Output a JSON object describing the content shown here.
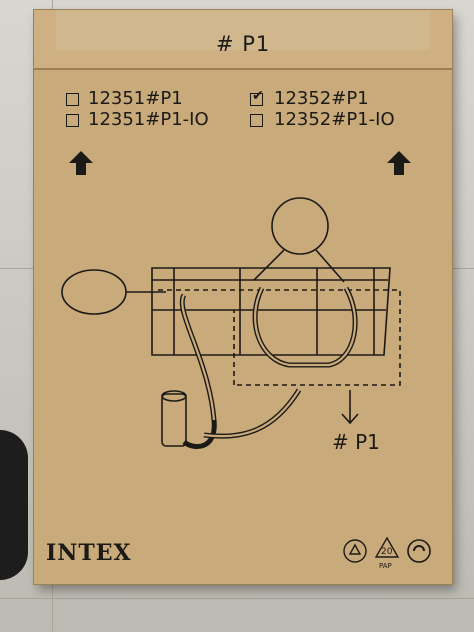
{
  "box": {
    "flap_label": "# P1",
    "models": [
      {
        "label": "12351#P1",
        "checked": false
      },
      {
        "label": "12352#P1",
        "checked": true
      },
      {
        "label": "12351#P1-IO",
        "checked": false
      },
      {
        "label": "12352#P1-IO",
        "checked": false
      }
    ],
    "part_label": "# P1",
    "brand": "INTEX",
    "recycle_codes": [
      "20",
      "PAP"
    ]
  },
  "colors": {
    "cardboard": "#c9aa7a",
    "ink": "#1c1a17",
    "floor": "#cfcdc7"
  }
}
